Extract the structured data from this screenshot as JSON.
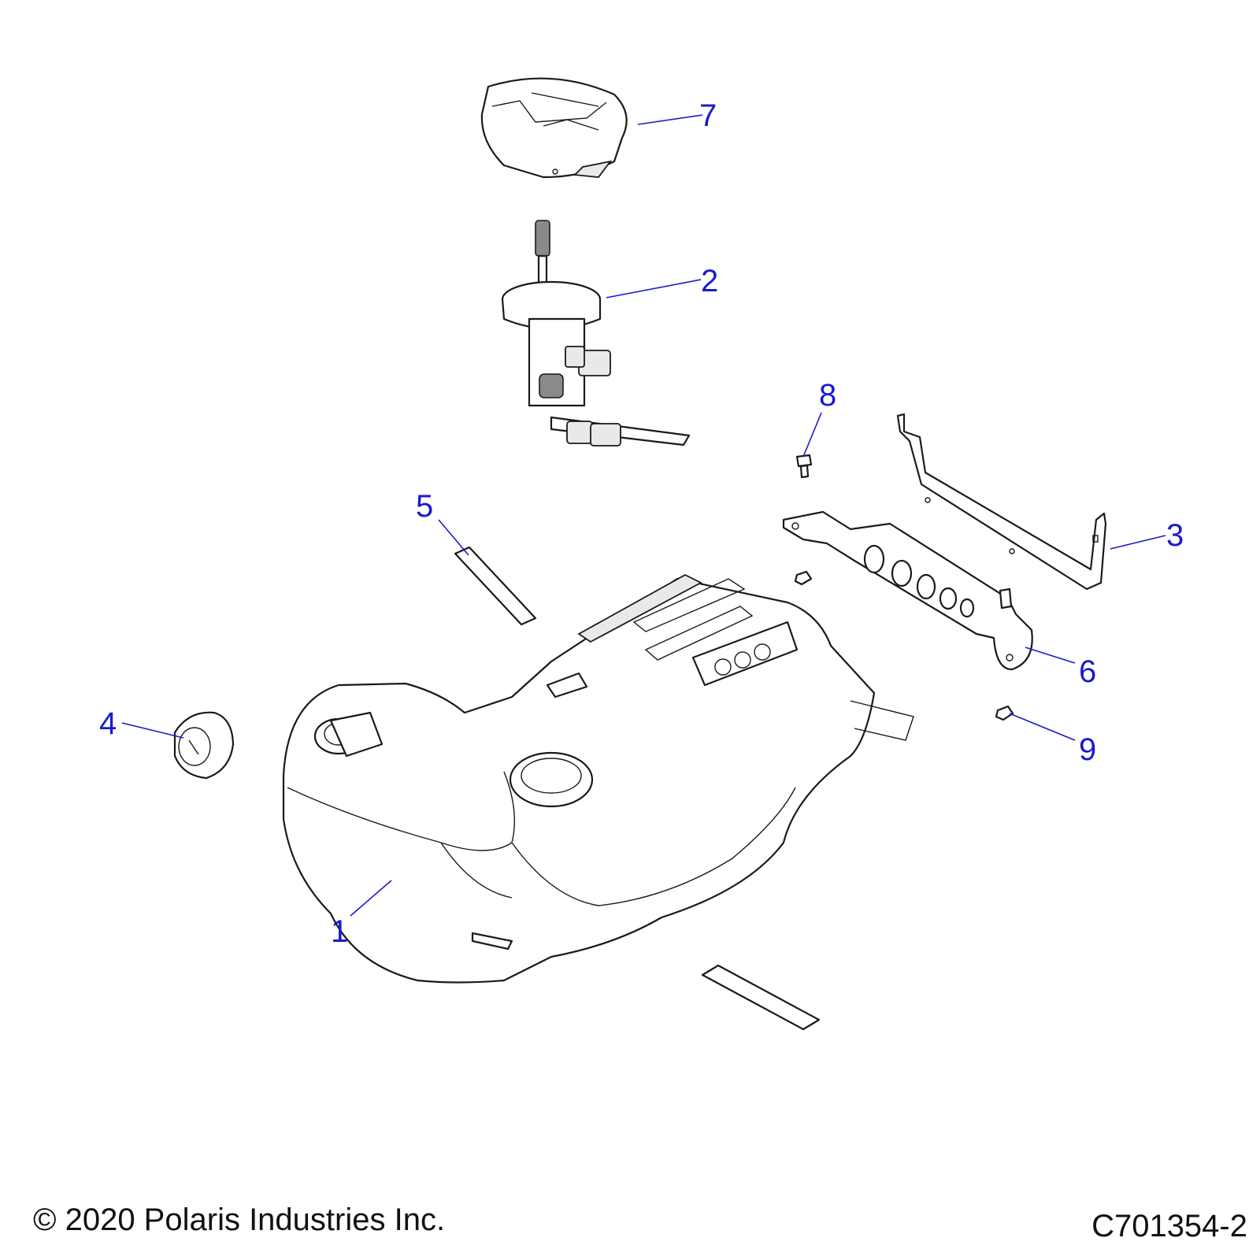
{
  "diagram": {
    "callouts": [
      {
        "id": "1",
        "label": "1"
      },
      {
        "id": "2",
        "label": "2"
      },
      {
        "id": "3",
        "label": "3"
      },
      {
        "id": "4",
        "label": "4"
      },
      {
        "id": "5",
        "label": "5"
      },
      {
        "id": "6",
        "label": "6"
      },
      {
        "id": "7",
        "label": "7"
      },
      {
        "id": "8",
        "label": "8"
      },
      {
        "id": "9",
        "label": "9"
      }
    ],
    "callout_color": "#1a1ad0"
  },
  "footer": {
    "copyright": "© 2020 Polaris Industries Inc.",
    "drawing_number": "C701354-2"
  }
}
